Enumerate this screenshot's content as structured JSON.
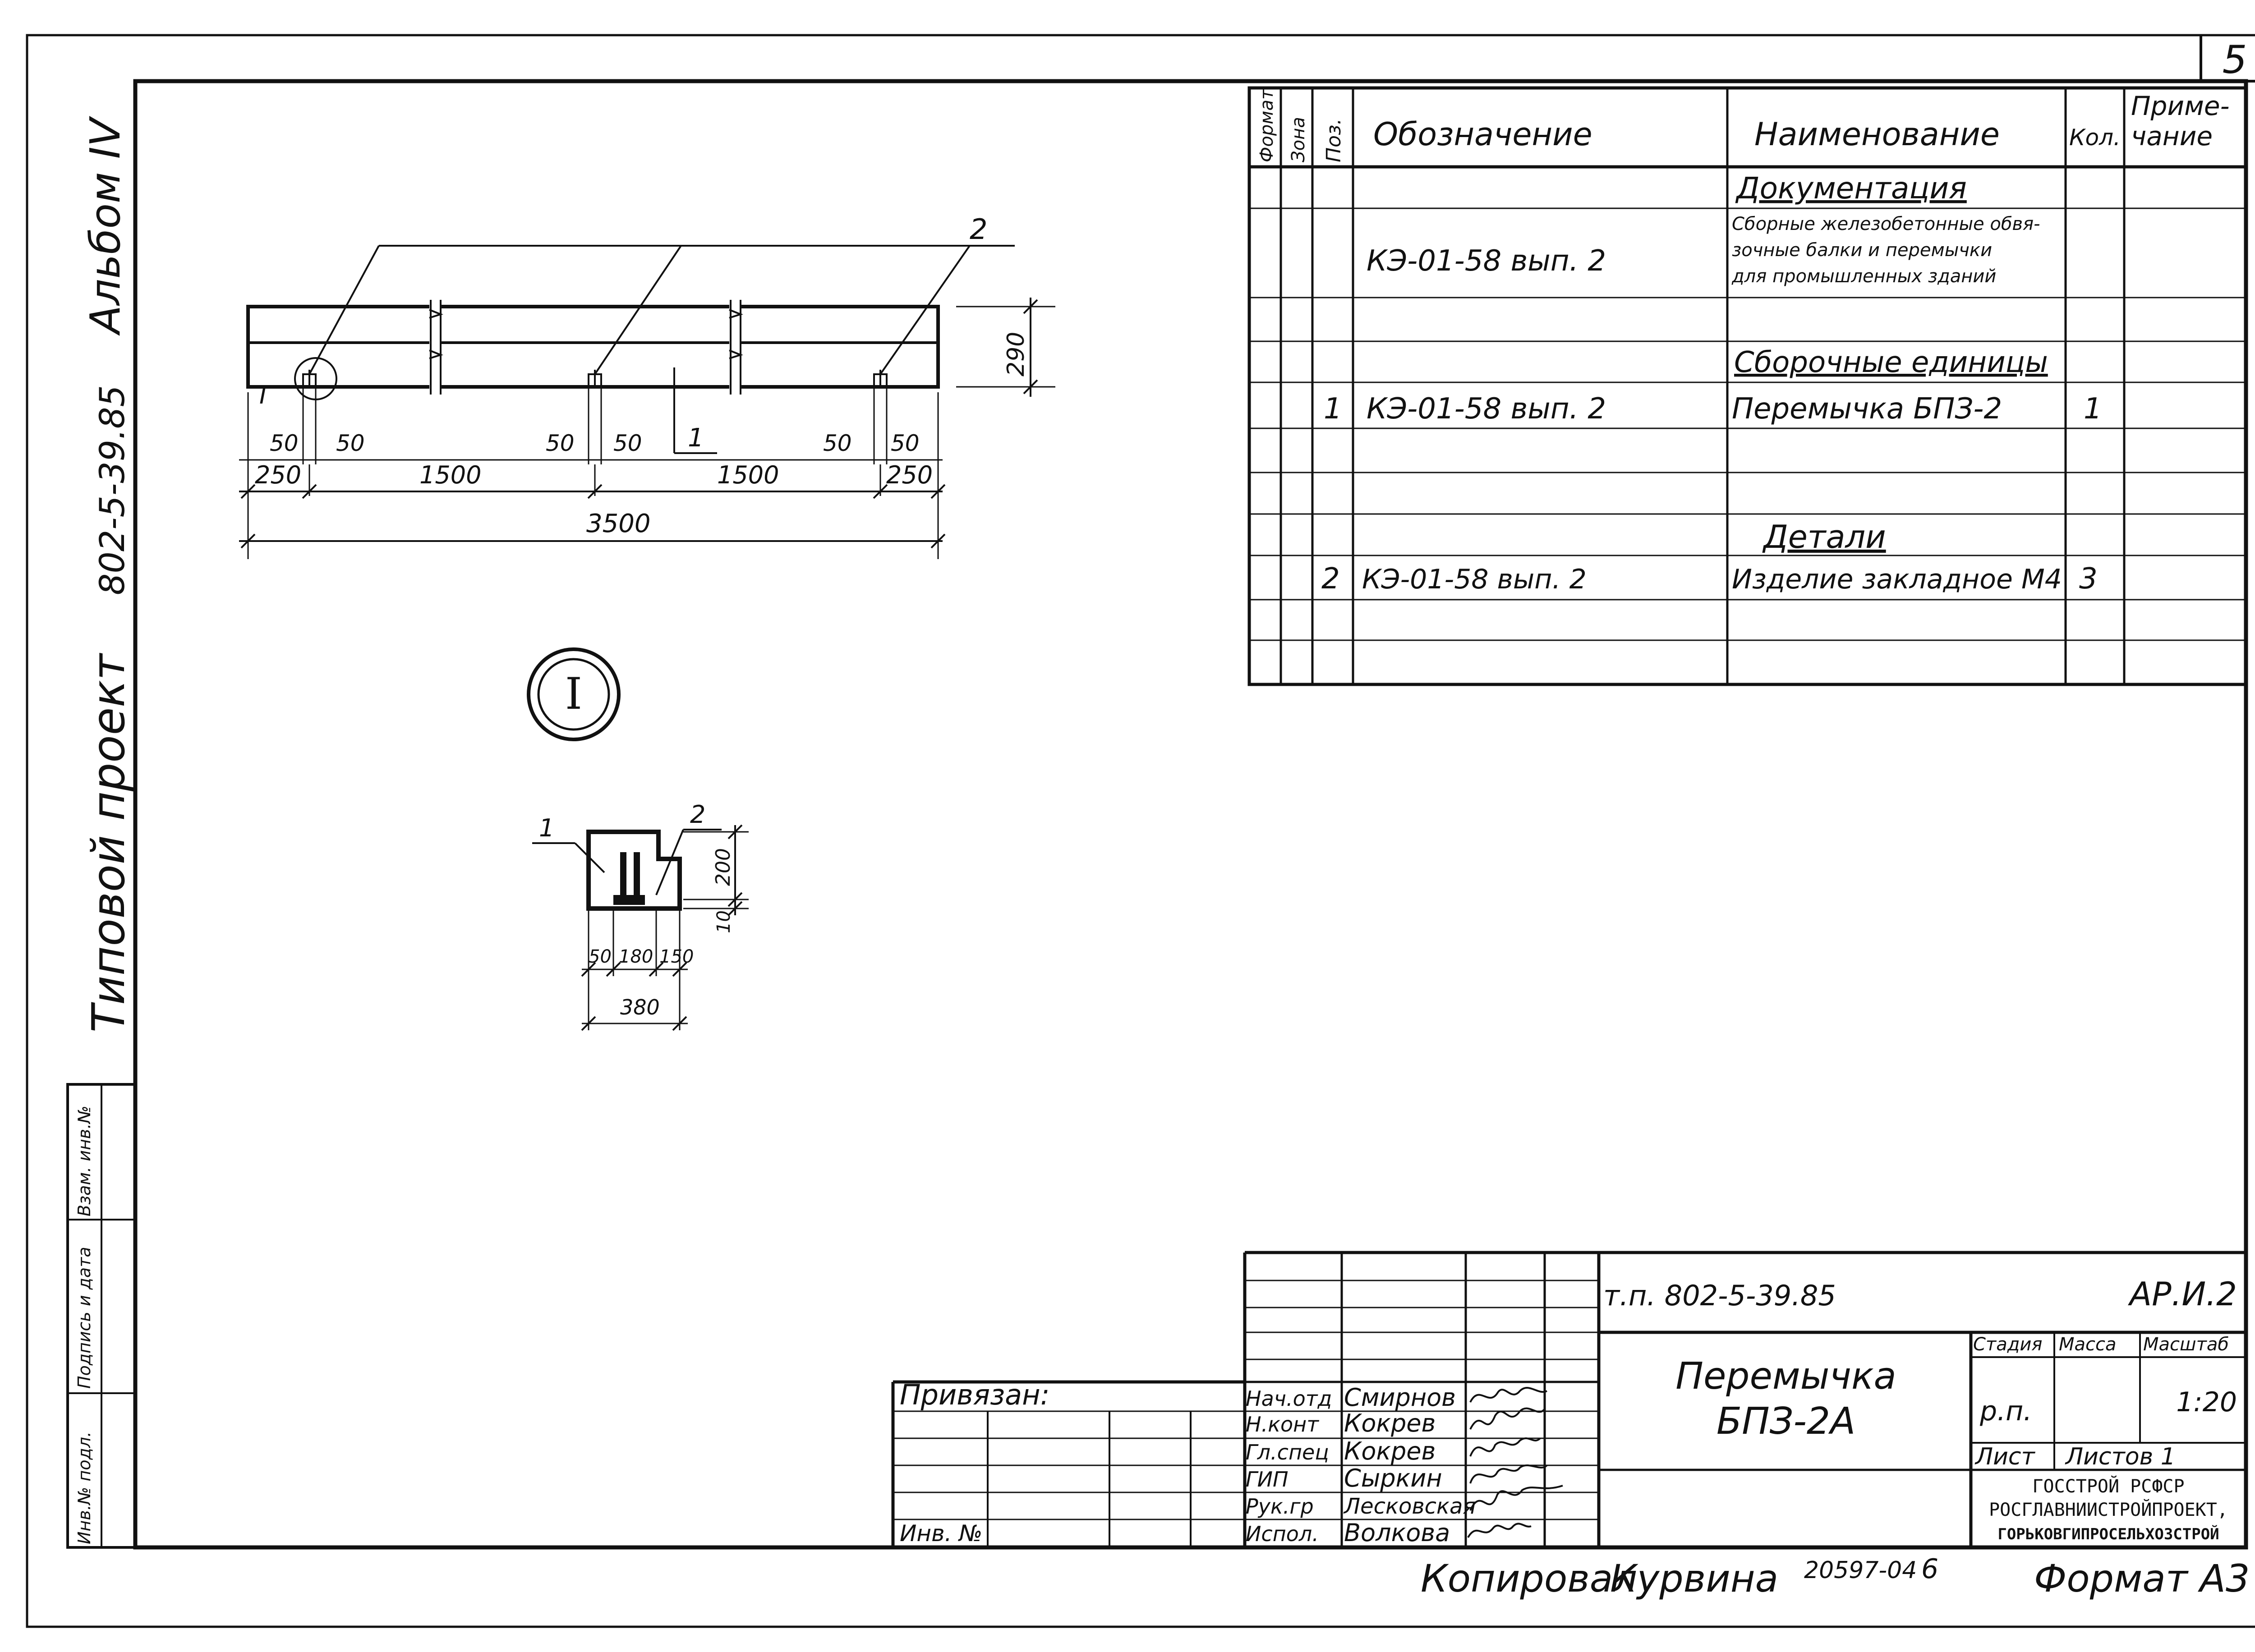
{
  "sheet_number": "5",
  "side_strip": {
    "album": "Альбом IV",
    "project_code": "802-5-39.85",
    "project_label": "Типовой проект",
    "stamp_cols": [
      "Инв.№ подл.",
      "Подпись и дата",
      "Взам. инв.№"
    ]
  },
  "spec_table": {
    "headers": {
      "format": "Формат",
      "zone": "Зона",
      "pos": "Поз.",
      "designation": "Обозначение",
      "name": "Наименование",
      "qty": "Кол.",
      "note": "Приме-\nчание"
    },
    "rows": [
      {
        "type": "section",
        "name": "Документация"
      },
      {
        "type": "item",
        "pos": "",
        "designation": "КЭ-01-58 вып. 2",
        "name_lines": [
          "Сборные железобетонные обвя-",
          "зочные балки и перемычки",
          "для промышленных зданий"
        ],
        "qty": ""
      },
      {
        "type": "blank"
      },
      {
        "type": "section",
        "name": "Сборочные единицы"
      },
      {
        "type": "item",
        "pos": "1",
        "designation": "КЭ-01-58 вып. 2",
        "name_lines": [
          "Перемычка БПЗ-2"
        ],
        "qty": "1"
      },
      {
        "type": "blank"
      },
      {
        "type": "section",
        "name": "Детали"
      },
      {
        "type": "item",
        "pos": "2",
        "designation": "КЭ-01-58 вып. 2",
        "name_lines": [
          "Изделие закладное М4"
        ],
        "qty": "3"
      },
      {
        "type": "blank"
      },
      {
        "type": "blank"
      }
    ]
  },
  "beam_drawing": {
    "callout_top": "2",
    "callout_mid": "1",
    "detail_marker": "I",
    "height_dim": "290",
    "small_dims": [
      "50",
      "50",
      "50",
      "50",
      "50",
      "50"
    ],
    "spans": [
      "250",
      "1500",
      "1500",
      "250"
    ],
    "overall": "3500"
  },
  "detail_view": {
    "title": "I",
    "callouts": [
      "1",
      "2"
    ],
    "vert_dims": [
      "200",
      "10"
    ],
    "horiz_dims": [
      "50",
      "180",
      "150"
    ],
    "total": "380"
  },
  "title_block": {
    "project_ref": "т.п. 802-5-39.85",
    "sheet_code": "АР.И.2",
    "title_lines": [
      "Перемычка",
      "БПЗ-2А"
    ],
    "stage_header": "Стадия",
    "mass_header": "Масса",
    "scale_header": "Масштаб",
    "stage": "р.п.",
    "scale": "1:20",
    "sheet_label": "Лист",
    "sheets_label": "Листов 1",
    "org_lines": [
      "ГОССТРОЙ РСФСР",
      "РОСГЛАВНИИСТРОЙПРОЕКТ,",
      "ГОРЬКОВГИПРОСЕЛЬХОЗСТРОЙ"
    ],
    "attached": "Привязан:",
    "inv": "Инв. №",
    "roles": [
      {
        "role": "Нач.отд",
        "name": "Смирнов"
      },
      {
        "role": "Н.конт",
        "name": "Кокрев"
      },
      {
        "role": "Гл.спец",
        "name": "Кокрев"
      },
      {
        "role": "ГИП",
        "name": "Сыркин"
      },
      {
        "role": "Рук.гр",
        "name": "Лесковская"
      },
      {
        "role": "Испол.",
        "name": "Волкова"
      }
    ]
  },
  "footer": {
    "copied": "Копировал",
    "copier": "Курвина",
    "order": "20597-04",
    "sheet_num": "6",
    "format": "Формат А3"
  }
}
